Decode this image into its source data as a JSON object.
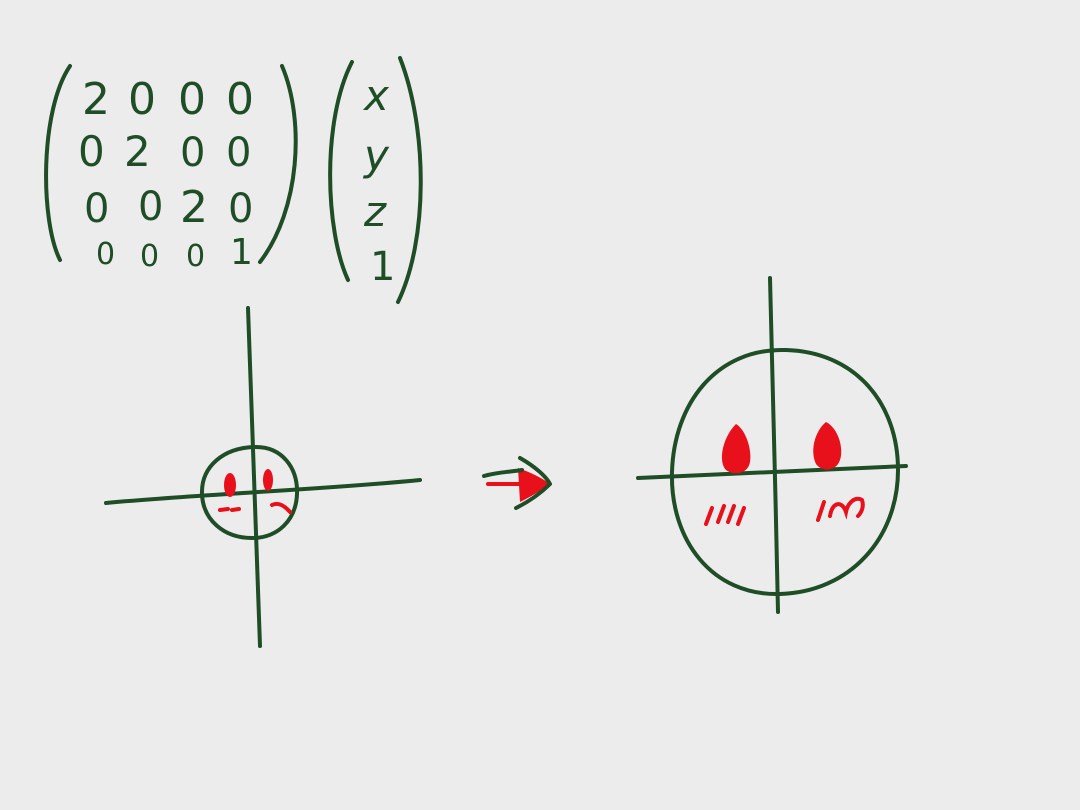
{
  "matrix": {
    "rows": [
      [
        "2",
        "0",
        "0",
        "0"
      ],
      [
        "0",
        "2",
        "0",
        "0"
      ],
      [
        "0",
        "0",
        "2",
        "0"
      ],
      [
        "0",
        "0",
        "0",
        "1"
      ]
    ]
  },
  "vector": {
    "entries": [
      "x",
      "y",
      "z",
      "1"
    ]
  },
  "colors": {
    "ink": "#1e4d26",
    "accent": "#e8101a",
    "paper": "#ececec"
  },
  "face_small": {
    "scale": 1
  },
  "face_large": {
    "scale": 2
  },
  "transform_arrow": {
    "icon": "arrow-right-icon"
  }
}
